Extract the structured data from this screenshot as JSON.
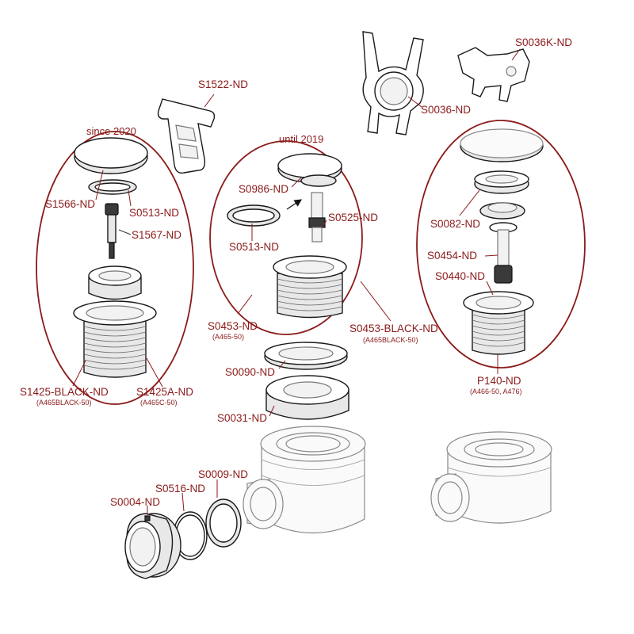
{
  "groups": {
    "left_title": "since 2020",
    "center_title": "until 2019",
    "colors": {
      "accent": "#8b1a1a",
      "line": "#1a1a1a"
    }
  },
  "labels": {
    "s1522": "S1522-ND",
    "s0036": "S0036-ND",
    "s0036k": "S0036K-ND",
    "s1566": "S1566-ND",
    "s0513_left": "S0513-ND",
    "s1567": "S1567-ND",
    "s1425_black": "S1425-BLACK-ND",
    "s1425_black_sub": "(A465BLACK-50)",
    "s1425a": "S1425A-ND",
    "s1425a_sub": "(A465C-50)",
    "s0986": "S0986-ND",
    "s0525": "S0525-ND",
    "s0513_center": "S0513-ND",
    "s0453": "S0453-ND",
    "s0453_sub": "(A465-50)",
    "s0453_black": "S0453-BLACK-ND",
    "s0453_black_sub": "(A465BLACK-50)",
    "s0082": "S0082-ND",
    "s0454": "S0454-ND",
    "s0440": "S0440-ND",
    "p140": "P140-ND",
    "p140_sub": "(A466-50, A476)",
    "s0090": "S0090-ND",
    "s0031": "S0031-ND",
    "s0009": "S0009-ND",
    "s0516": "S0516-ND",
    "s0004": "S0004-ND"
  }
}
